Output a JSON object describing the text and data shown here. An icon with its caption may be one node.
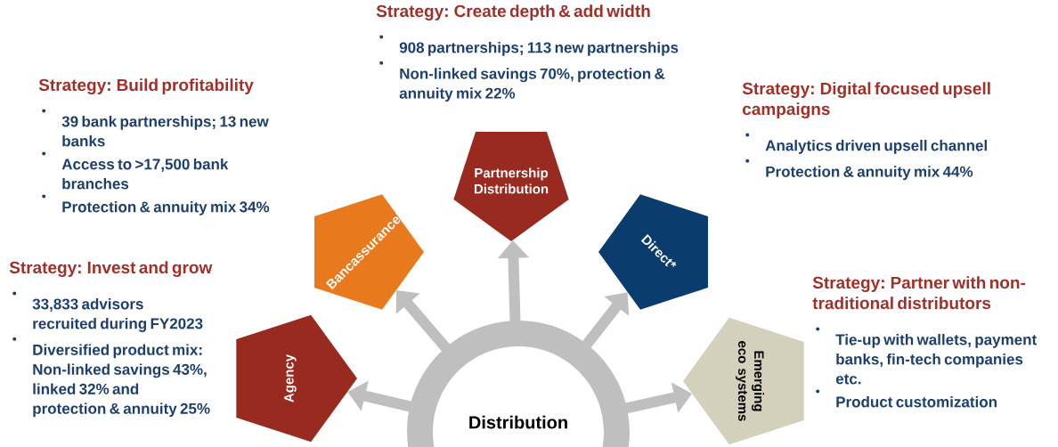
{
  "diagram": {
    "nodes": [
      {
        "text": [
          "Distribution"
        ]
      },
      {
        "text": [
          "Agency"
        ],
        "beside": [
          "Strategy: Invest and grow",
          "33,833 advisors recruited during FY2023",
          "Diversified product mix: Non-linked savings 43%, linked 32% and protection & annuity 25%"
        ]
      },
      {
        "text": [
          "Bancassurance"
        ],
        "beside": [
          "Strategy: Build profitability",
          "39 bank partnerships; 13 new banks",
          "Access to >17,500 bank branches",
          "Protection & annuity mix 34%"
        ]
      },
      {
        "text": [
          "Partnership Distribution"
        ],
        "beside": [
          "Strategy: Create depth & add width",
          "908 partnerships; 113 new partnerships",
          "Non-linked savings 70%, protection & annuity mix 22%"
        ]
      },
      {
        "text": [
          "Direct*"
        ],
        "beside": [
          "Strategy: Digital focused upsell campaigns",
          "Analytics driven upsell channel",
          "Protection & annuity mix 44%"
        ]
      },
      {
        "text": [
          "Emerging eco systems"
        ],
        "beside": [
          "Strategy: Partner with non-traditional distributors",
          "Tie-up with wallets, payment banks, fin-tech companies etc.",
          "Product customization"
        ]
      }
    ],
    "edges": [
      {
        "from": 0,
        "to": 1,
        "arrow": "to"
      },
      {
        "from": 0,
        "to": 2,
        "arrow": "to"
      },
      {
        "from": 0,
        "to": 3,
        "arrow": "to"
      },
      {
        "from": 0,
        "to": 4,
        "arrow": "to"
      },
      {
        "from": 0,
        "to": 5,
        "arrow": "to"
      }
    ]
  }
}
